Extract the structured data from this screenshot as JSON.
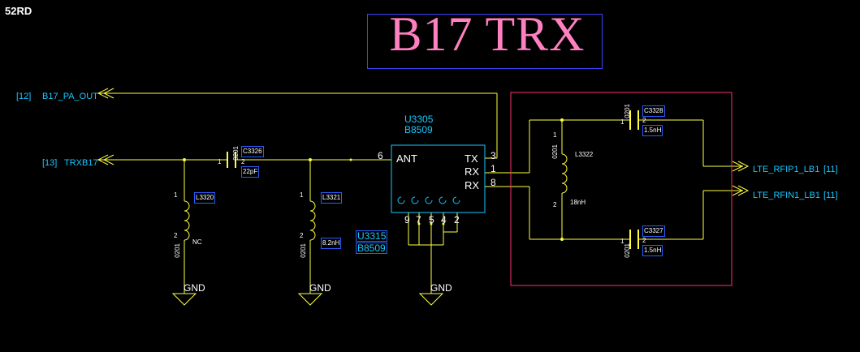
{
  "corner_label": "52RD",
  "title": "B17 TRX",
  "nets": {
    "pa_out": {
      "ref": "[12]",
      "name": "B17_PA_OUT"
    },
    "trxb17": {
      "ref": "[13]",
      "name": "TRXB17"
    },
    "rfip": {
      "name": "LTE_RFIP1_LB1",
      "ref": "[11]"
    },
    "rfin": {
      "name": "LTE_RFIN1_LB1",
      "ref": "[11]"
    }
  },
  "u3305": {
    "ref": "U3305",
    "part": "B8509",
    "pins": {
      "ant": "ANT",
      "tx": "TX",
      "rx1": "RX",
      "rx2": "RX",
      "n6": "6",
      "n3": "3",
      "n1": "1",
      "n8": "8"
    },
    "bottom_pins": [
      "9",
      "7",
      "5",
      "4",
      "2"
    ]
  },
  "u3315": {
    "ref": "U3315",
    "part": "B8509"
  },
  "components": {
    "c3326": {
      "ref": "C3326",
      "value": "22pF",
      "pkg": "0201"
    },
    "l3320": {
      "ref": "L3320",
      "value": "NC",
      "pkg": "0201"
    },
    "l3321": {
      "ref": "L3321",
      "value": "8.2nH",
      "pkg": "0201"
    },
    "c3328": {
      "ref": "C3328",
      "value": "1.5nH",
      "pkg": "0201"
    },
    "c3327": {
      "ref": "C3327",
      "value": "1.5nH",
      "pkg": "0201"
    },
    "l3322": {
      "ref": "L3322",
      "value": "18nH",
      "pkg": "0201"
    }
  },
  "pin_numbers": {
    "one": "1",
    "two": "2"
  },
  "gnd_label": "GND",
  "colors": {
    "wire": "#ffff40",
    "symbol": "#ffff40",
    "ic": "#19c8ff",
    "net_text": "#19c8ff",
    "title": "#ff80c0",
    "frame": "#ff3070"
  }
}
